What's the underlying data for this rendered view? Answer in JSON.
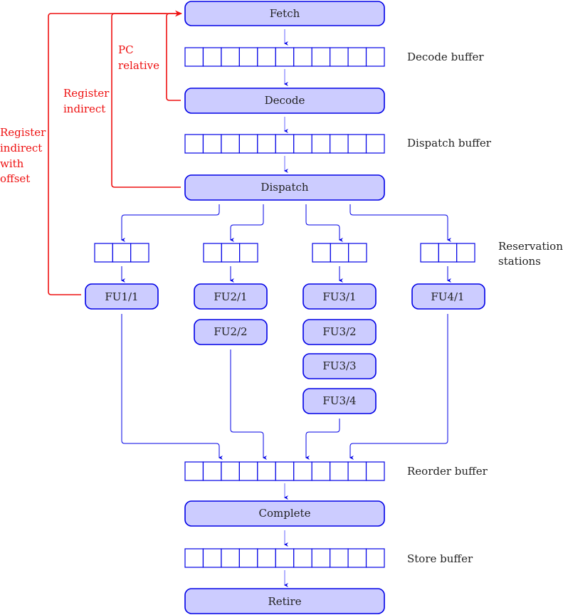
{
  "stages": {
    "fetch": "Fetch",
    "decode": "Decode",
    "dispatch": "Dispatch",
    "complete": "Complete",
    "retire": "Retire"
  },
  "buffers": {
    "decode": {
      "label": "Decode buffer",
      "cells": 11
    },
    "dispatch": {
      "label": "Dispatch buffer",
      "cells": 11
    },
    "reorder": {
      "label": "Reorder buffer",
      "cells": 11
    },
    "store": {
      "label": "Store buffer",
      "cells": 11
    }
  },
  "reservation_stations": {
    "label_line1": "Reservation",
    "label_line2": "stations",
    "cells_per_station": 3
  },
  "functional_units": [
    {
      "group": 1,
      "units": [
        "FU1/1"
      ]
    },
    {
      "group": 2,
      "units": [
        "FU2/1",
        "FU2/2"
      ]
    },
    {
      "group": 3,
      "units": [
        "FU3/1",
        "FU3/2",
        "FU3/3",
        "FU3/4"
      ]
    },
    {
      "group": 4,
      "units": [
        "FU4/1"
      ]
    }
  ],
  "branch_feedback": {
    "pc_relative": [
      "PC",
      "relative"
    ],
    "register_indirect": [
      "Register",
      "indirect"
    ],
    "register_indirect_offset": [
      "Register",
      "indirect",
      "with",
      "offset"
    ]
  },
  "colors": {
    "box_fill": "#ccccff",
    "box_stroke": "#0000e6",
    "feedback": "#ee1111",
    "text": "#222222"
  }
}
